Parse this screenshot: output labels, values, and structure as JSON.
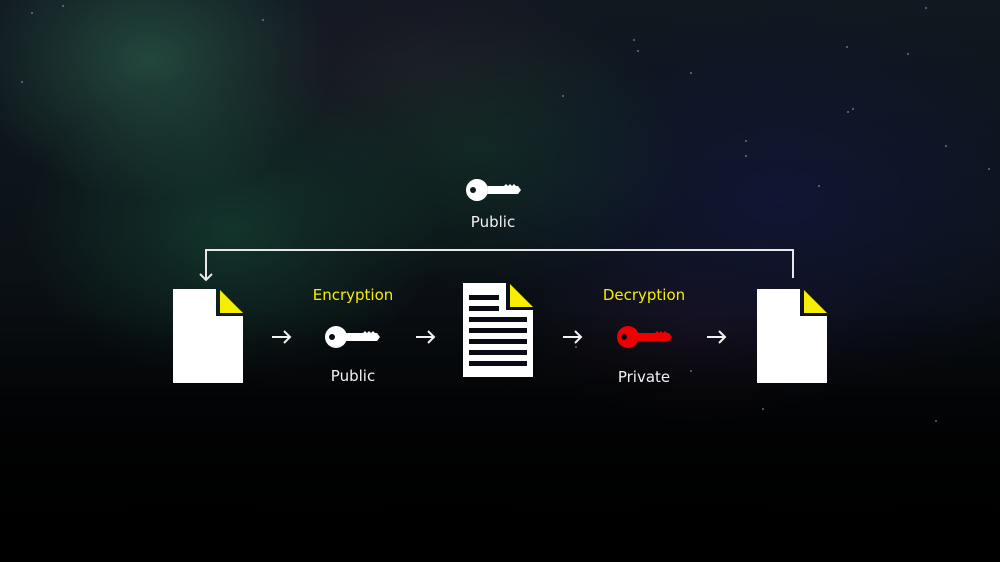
{
  "diagram": {
    "type": "public-key-encryption-flow",
    "colors": {
      "document": "#ffffff",
      "document_corner": "#f5ee00",
      "public_key": "#ffffff",
      "private_key": "#ee0000",
      "step_label": "#f5ee00",
      "key_label": "#f2f2f2",
      "connector": "#e8e8e8"
    },
    "top": {
      "key_icon": "key-icon",
      "key_label": "Public"
    },
    "steps": [
      {
        "id": "plaintext",
        "icon": "document-blank-icon"
      },
      {
        "id": "encryption",
        "step_label": "Encryption",
        "icon": "key-icon",
        "key_label": "Public"
      },
      {
        "id": "ciphertext",
        "icon": "document-text-icon"
      },
      {
        "id": "decryption",
        "step_label": "Decryption",
        "icon": "key-icon",
        "key_label": "Private"
      },
      {
        "id": "decrypted",
        "icon": "document-blank-icon"
      }
    ],
    "arrows": [
      "→",
      "→",
      "→",
      "→"
    ],
    "feedback_arrow": "↓"
  }
}
